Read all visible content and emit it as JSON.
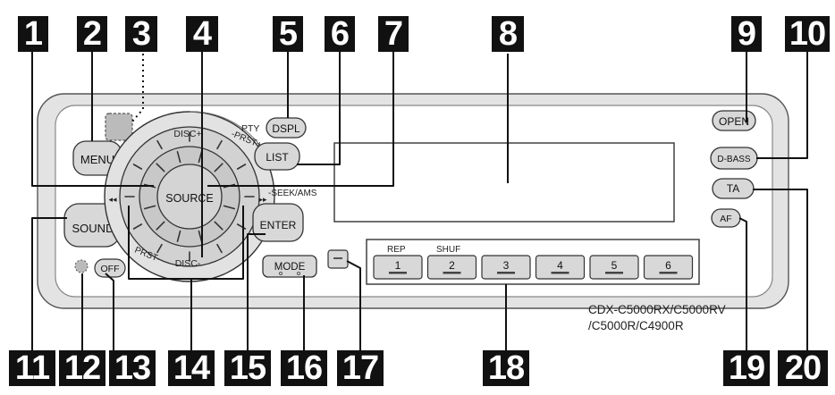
{
  "callout_numbers": [
    "1",
    "2",
    "3",
    "4",
    "5",
    "6",
    "7",
    "8",
    "9",
    "10",
    "11",
    "12",
    "13",
    "14",
    "15",
    "16",
    "17",
    "18",
    "19",
    "20"
  ],
  "buttons": {
    "menu": "MENU",
    "source": "SOURCE",
    "sound": "SOUND",
    "off": "OFF",
    "dspl": "DSPL",
    "list": "LIST",
    "enter": "ENTER",
    "mode": "MODE",
    "open": "OPEN",
    "dbass": "D-BASS",
    "ta": "TA",
    "af": "AF"
  },
  "dial_labels": {
    "disc_plus": "DISC+",
    "disc_minus": "DISC-",
    "prst_plus": "-PRST+",
    "prst_minus": "PRST-",
    "seek_ams": "-SEEK/AMS",
    "pty": "PTY",
    "rew": "◂◂",
    "ff": "▸▸"
  },
  "presets": {
    "labels": [
      "1",
      "2",
      "3",
      "4",
      "5",
      "6"
    ],
    "above_1": "REP",
    "above_2": "SHUF"
  },
  "model_lines": [
    "CDX-C5000RX/C5000RV",
    "/C5000R/C4900R"
  ]
}
